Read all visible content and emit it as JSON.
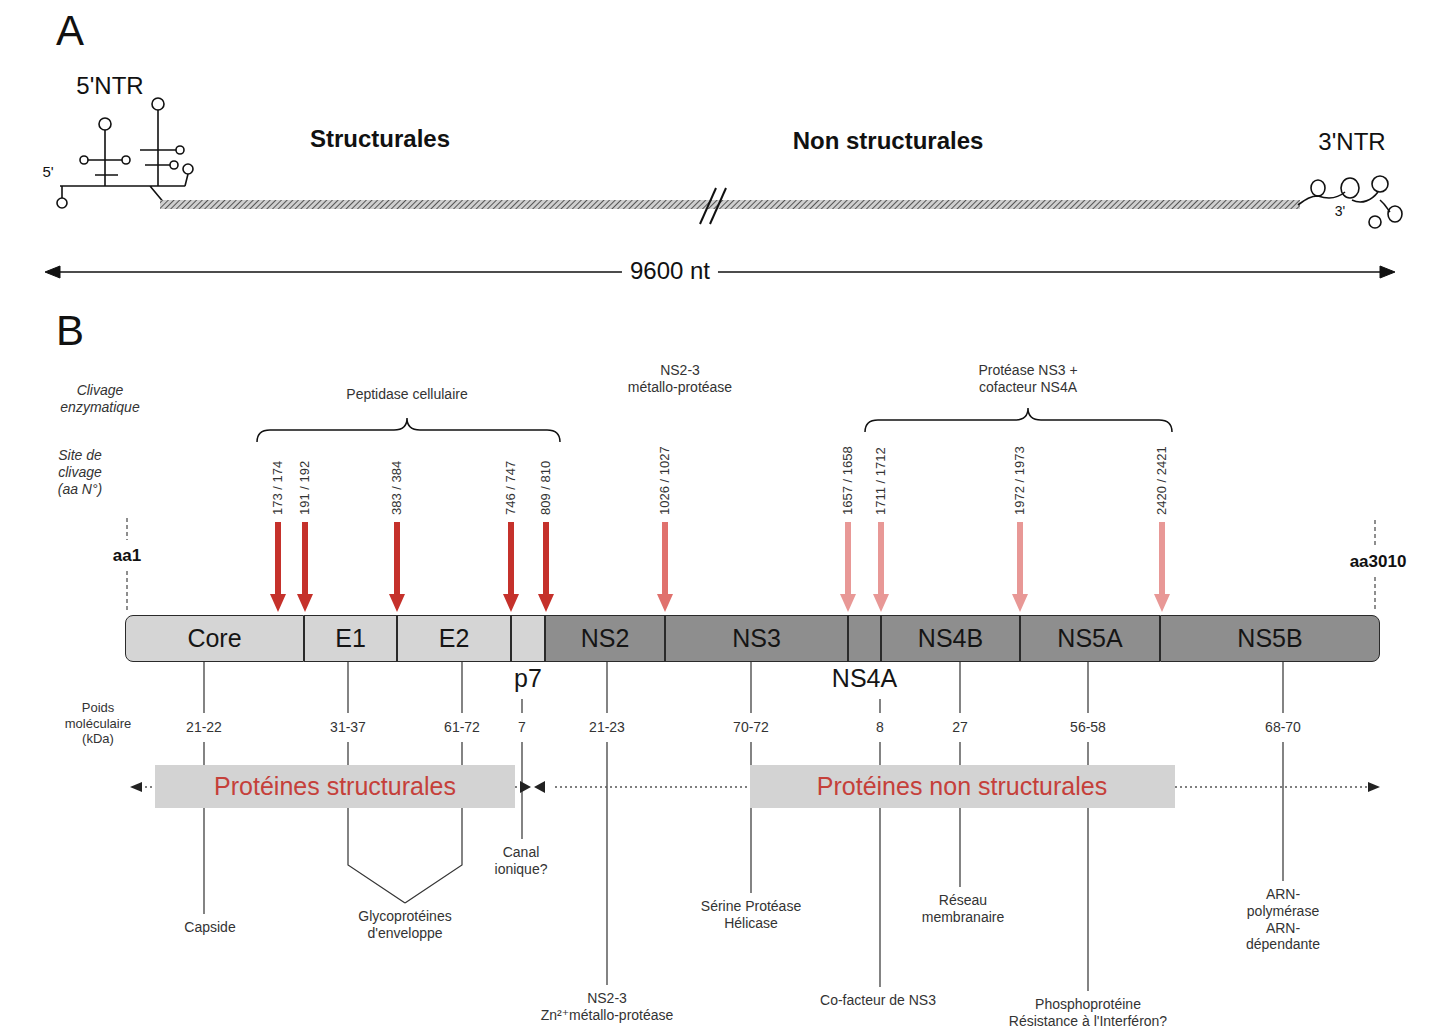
{
  "diagram": {
    "nodes": [
      {
        "text": [
          "Core"
        ]
      },
      {
        "text": [
          "E1"
        ]
      },
      {
        "text": [
          "E2"
        ]
      },
      {
        "text": [
          "p7"
        ]
      },
      {
        "text": [
          "NS2"
        ]
      },
      {
        "text": [
          "NS3"
        ]
      },
      {
        "text": [
          "NS4A"
        ]
      },
      {
        "text": [
          "NS4B"
        ]
      },
      {
        "text": [
          "NS5A"
        ]
      },
      {
        "text": [
          "NS5B"
        ]
      },
      {
        "text": [
          "Protéines structurales"
        ]
      },
      {
        "text": [
          "Protéines non structurales"
        ]
      }
    ],
    "labels": [
      "A",
      "5'NTR",
      "5'",
      "Structurales",
      "Non structurales",
      "3'NTR",
      "3'",
      "9600 nt",
      "B",
      "Clivage enzymatique",
      "Site de clivage (aa N°)",
      "Peptidase cellulaire",
      "NS2-3 métallo-protéase",
      "Protéase NS3 + cofacteur NS4A",
      "173 / 174",
      "191 / 192",
      "383 / 384",
      "746 / 747",
      "809 / 810",
      "1026 / 1027",
      "1657 / 1658",
      "1711 / 1712",
      "1972 / 1973",
      "2420 / 2421",
      "aa1",
      "aa3010",
      "Poids moléculaire (kDa)",
      "21-22",
      "31-37",
      "61-72",
      "7",
      "21-23",
      "70-72",
      "8",
      "27",
      "56-58",
      "68-70",
      "Capside",
      "Glycoprotéines d'enveloppe",
      "Canal ionique?",
      "NS2-3 Zn²⁺métallo-protéase",
      "Sérine Protéase Hélicase",
      "Co-facteur de NS3",
      "Réseau membranaire",
      "Phosphoprotéine Résistance à l'Interféron?",
      "ARN- polymérase ARN- dépendante"
    ]
  }
}
